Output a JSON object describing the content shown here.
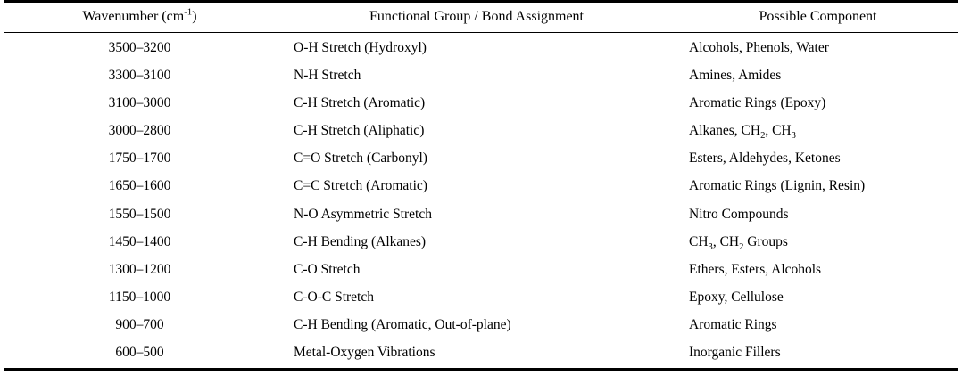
{
  "table": {
    "columns": [
      {
        "key": "wavenumber",
        "label_prefix": "Wavenumber (cm",
        "label_sup": "-1",
        "label_suffix": ")",
        "align": "center"
      },
      {
        "key": "assignment",
        "label": "Functional Group / Bond Assignment",
        "align": "left"
      },
      {
        "key": "component",
        "label": "Possible Component",
        "align": "left"
      }
    ],
    "rows": [
      {
        "wavenumber": "3500–3200",
        "assignment": "O-H Stretch (Hydroxyl)",
        "component": "Alcohols, Phenols, Water"
      },
      {
        "wavenumber": "3300–3100",
        "assignment": "N-H Stretch",
        "component": "Amines, Amides"
      },
      {
        "wavenumber": "3100–3000",
        "assignment": "C-H Stretch (Aromatic)",
        "component": "Aromatic Rings (Epoxy)"
      },
      {
        "wavenumber": "3000–2800",
        "assignment": "C-H Stretch (Aliphatic)",
        "component_parts": [
          {
            "text": "Alkanes, CH"
          },
          {
            "sub": "2"
          },
          {
            "text": ", CH"
          },
          {
            "sub": "3"
          }
        ],
        "component": "Alkanes, CH2, CH3"
      },
      {
        "wavenumber": "1750–1700",
        "assignment": "C=O Stretch (Carbonyl)",
        "component": "Esters, Aldehydes, Ketones"
      },
      {
        "wavenumber": "1650–1600",
        "assignment": "C=C Stretch (Aromatic)",
        "component": "Aromatic Rings (Lignin, Resin)"
      },
      {
        "wavenumber": "1550–1500",
        "assignment": "N-O Asymmetric Stretch",
        "component": "Nitro Compounds"
      },
      {
        "wavenumber": "1450–1400",
        "assignment": "C-H Bending (Alkanes)",
        "component_parts": [
          {
            "text": "CH"
          },
          {
            "sub": "3"
          },
          {
            "text": ", CH"
          },
          {
            "sub": "2"
          },
          {
            "text": " Groups"
          }
        ],
        "component": "CH3, CH2 Groups"
      },
      {
        "wavenumber": "1300–1200",
        "assignment": "C-O Stretch",
        "component": "Ethers, Esters, Alcohols"
      },
      {
        "wavenumber": "1150–1000",
        "assignment": "C-O-C Stretch",
        "component": "Epoxy, Cellulose"
      },
      {
        "wavenumber": "900–700",
        "assignment": "C-H Bending (Aromatic, Out-of-plane)",
        "component": "Aromatic Rings"
      },
      {
        "wavenumber": "600–500",
        "assignment": "Metal-Oxygen Vibrations",
        "component": "Inorganic Fillers"
      }
    ]
  },
  "style": {
    "text_color": "#000000",
    "background_color": "#ffffff",
    "rule_color": "#000000"
  }
}
